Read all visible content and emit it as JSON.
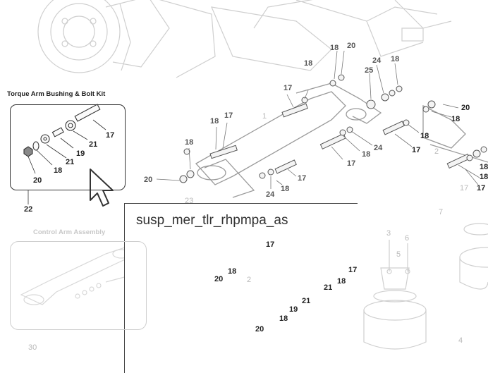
{
  "kit_title": "Torque Arm Bushing & Bolt Kit",
  "control_title": "Control Arm Assembly",
  "tooltip": "susp_mer_tlr_rhpmpa_as",
  "callouts": {
    "kit": [
      "17",
      "21",
      "19",
      "21",
      "18",
      "20",
      "22"
    ],
    "main": [
      "18",
      "20",
      "18",
      "24",
      "18",
      "17",
      "18",
      "17",
      "18",
      "1",
      "25",
      "20",
      "18",
      "18",
      "17",
      "20",
      "23",
      "24",
      "18",
      "17",
      "17",
      "18",
      "24",
      "18",
      "17",
      "2",
      "18",
      "17",
      "7"
    ],
    "overlay": [
      "17",
      "18",
      "20",
      "2",
      "21",
      "18",
      "17",
      "21",
      "19",
      "18",
      "20",
      "3",
      "5",
      "6",
      "4"
    ],
    "control": [
      "30"
    ]
  }
}
